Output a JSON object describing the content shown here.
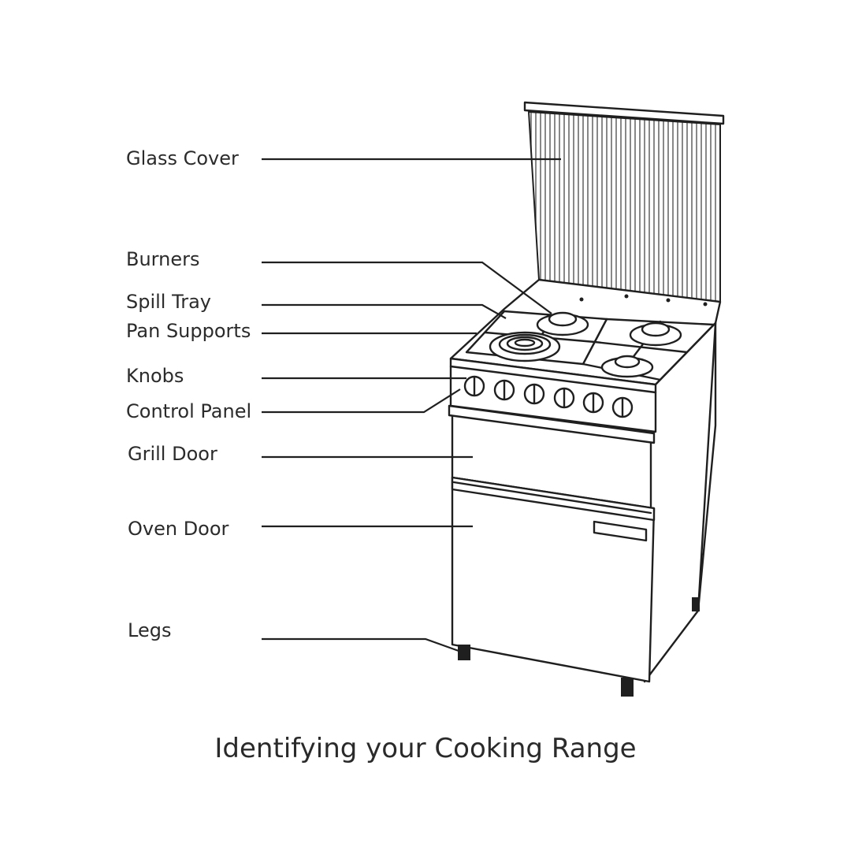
{
  "labels": [
    {
      "id": "glass-cover",
      "text": "Glass Cover"
    },
    {
      "id": "burners",
      "text": "Burners"
    },
    {
      "id": "spill-tray",
      "text": "Spill Tray"
    },
    {
      "id": "pan-supports",
      "text": "Pan Supports"
    },
    {
      "id": "knobs",
      "text": "Knobs"
    },
    {
      "id": "control-panel",
      "text": "Control Panel"
    },
    {
      "id": "grill-door",
      "text": "Grill Door"
    },
    {
      "id": "oven-door",
      "text": "Oven Door"
    },
    {
      "id": "legs",
      "text": "Legs"
    }
  ],
  "caption": "Identifying your Cooking Range"
}
